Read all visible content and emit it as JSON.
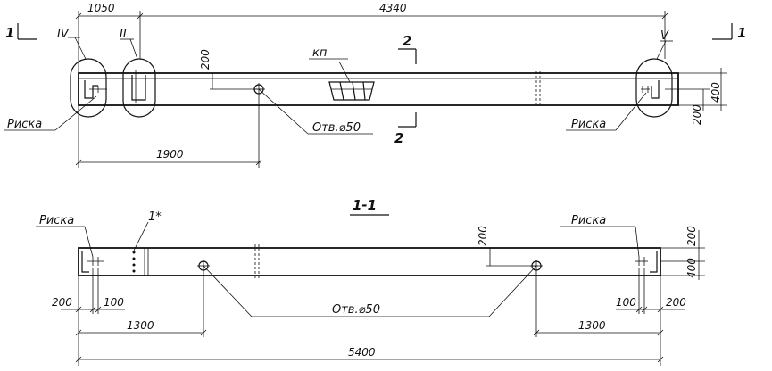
{
  "plan": {
    "dims": {
      "d1050": "1050",
      "d4340": "4340",
      "d1900": "1900",
      "d200_left": "200",
      "d400": "400",
      "d200_right": "200"
    },
    "labels": {
      "kp": "кп",
      "hole": "Отв.⌀50",
      "rigging_left": "Риска",
      "rigging_right": "Риска",
      "sec1_left": "1",
      "sec1_right": "1",
      "sec2_top": "2",
      "sec2_bottom": "2",
      "node_iv": "IV",
      "node_ii": "II",
      "node_v": "V"
    }
  },
  "section": {
    "title": "1-1",
    "dims": {
      "d200_left": "200",
      "d100_left": "100",
      "d1300_left": "1300",
      "d5400": "5400",
      "d200_mid": "200",
      "d100_right": "100",
      "d200_right": "200",
      "d1300_right": "1300",
      "d200_vert": "200",
      "d400_vert": "400"
    },
    "labels": {
      "rigging_left": "Риска",
      "rigging_right": "Риска",
      "part": "1*",
      "hole": "Отв.⌀50"
    }
  }
}
